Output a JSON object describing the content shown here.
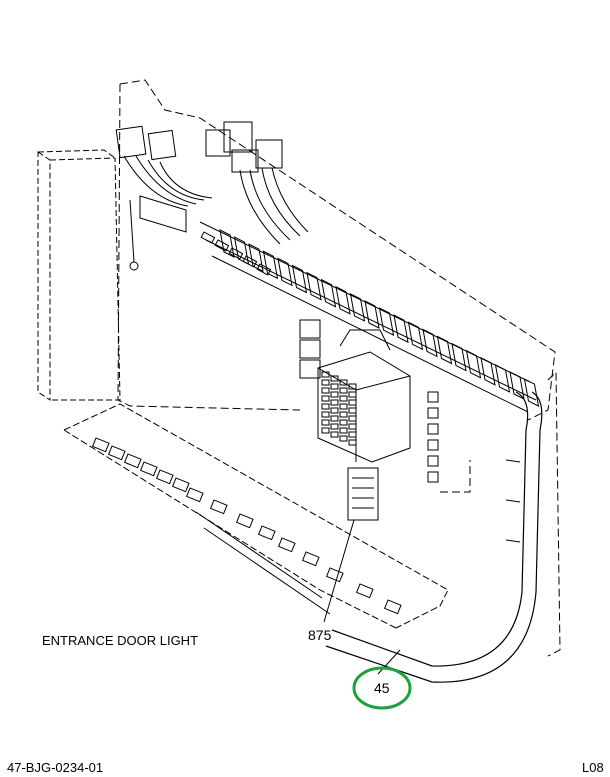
{
  "labels": {
    "caption": "ENTRANCE DOOR LIGHT",
    "part_a": "875",
    "part_b": "45"
  },
  "footer": {
    "drawing_number": "47-BJG-0234-01",
    "sheet_code": "L08"
  },
  "colors": {
    "line": "#000000",
    "highlight_circle": "#1aa33a",
    "background": "#ffffff"
  }
}
